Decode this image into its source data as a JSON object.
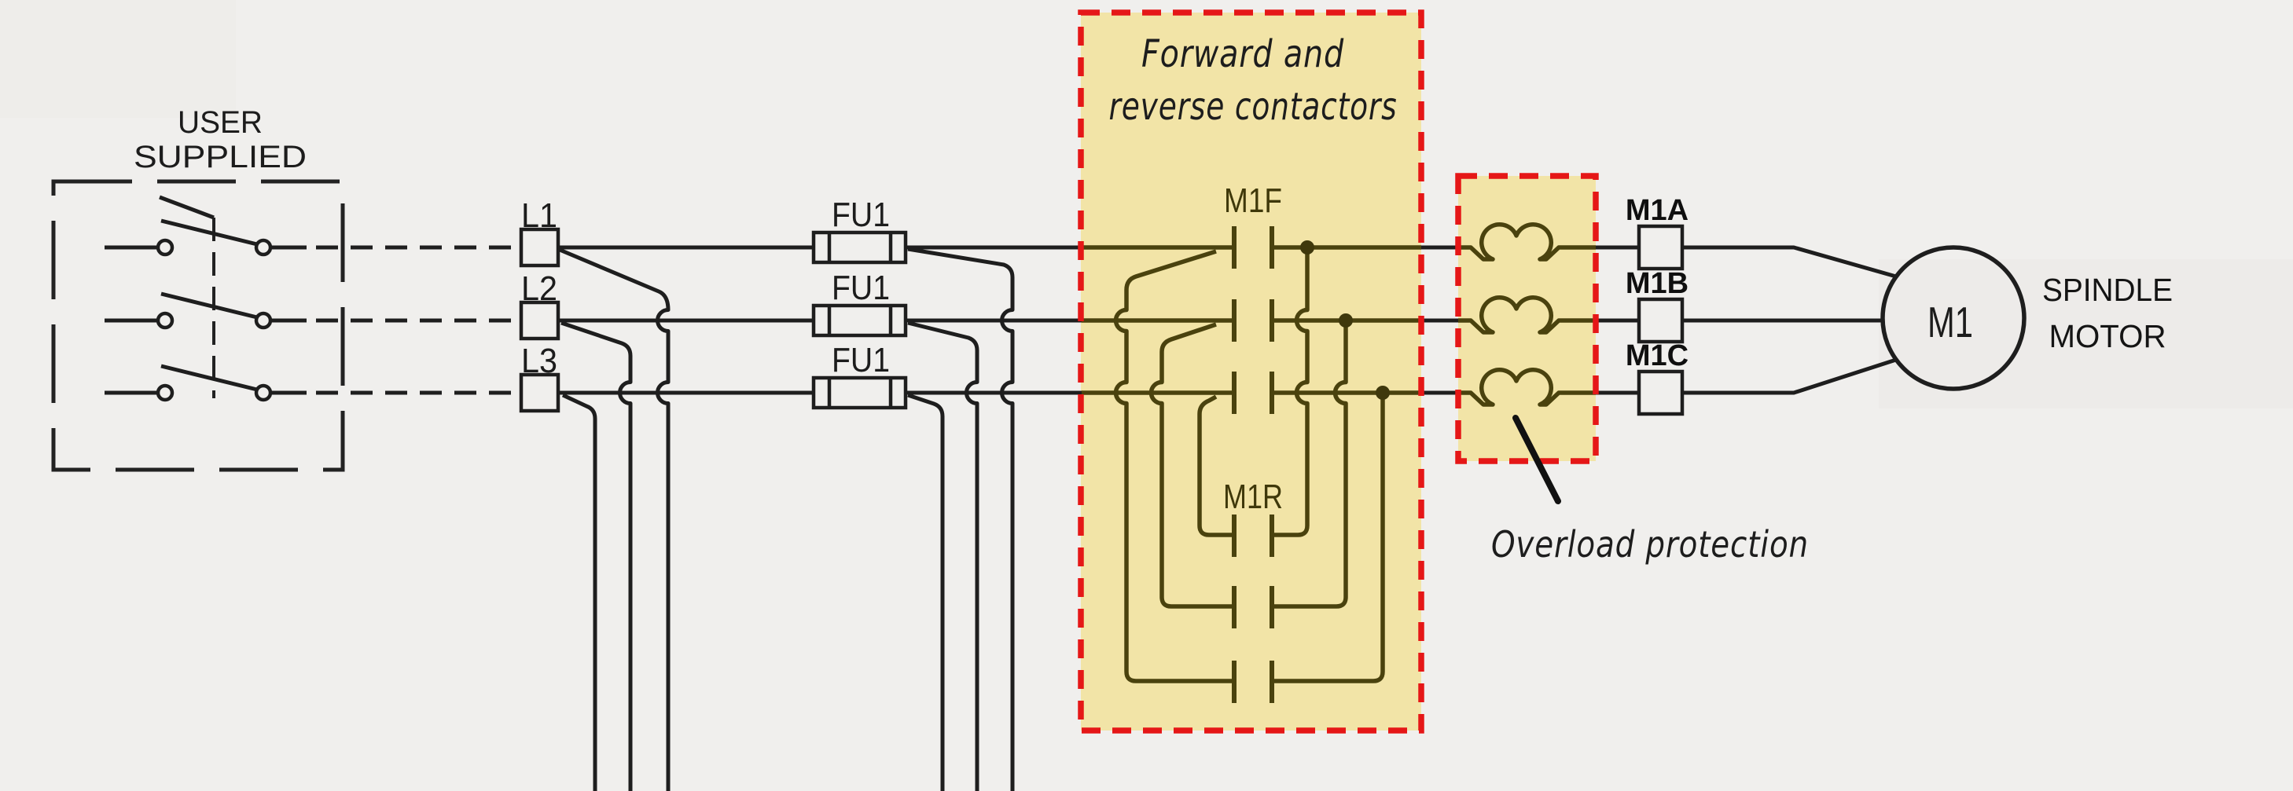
{
  "schematic": {
    "supply_enclosure": {
      "label_line1": "USER",
      "label_line2": "SUPPLIED"
    },
    "line_terminals": [
      "L1",
      "L2",
      "L3"
    ],
    "fuses": [
      "FU1",
      "FU1",
      "FU1"
    ],
    "contactors": {
      "annotation_line1": "Forward and",
      "annotation_line2": "reverse contactors",
      "forward_label": "M1F",
      "reverse_label": "M1R"
    },
    "overload": {
      "annotation": "Overload protection"
    },
    "motor_leads": [
      "M1A",
      "M1B",
      "M1C"
    ],
    "motor": {
      "symbol_label": "M1",
      "caption_line1": "SPINDLE",
      "caption_line2": "MOTOR"
    },
    "colors": {
      "paper": "#f0efed",
      "wire": "#1e1e1e",
      "wire_highlighted": "#4a420e",
      "highlight_fill": "#f2e4a7",
      "highlight_border": "#e51717"
    }
  }
}
